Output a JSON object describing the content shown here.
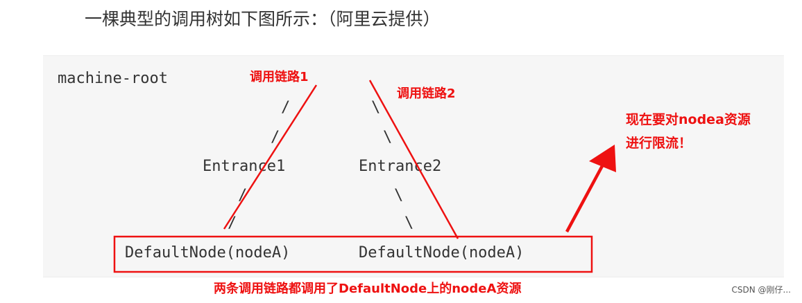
{
  "heading": "一棵典型的调用树如下图所示：（阿里云提供）",
  "tree": {
    "root": "machine-root",
    "entrance1": "Entrance1",
    "entrance2": "Entrance2",
    "node_left": "DefaultNode(nodeA)",
    "node_right": "DefaultNode(nodeA)",
    "branch_slash": "/",
    "branch_backslash": "\\"
  },
  "annotations": {
    "chain1": "调用链路1",
    "chain2": "调用链路2",
    "limit_note_line1": "现在要对nodea资源",
    "limit_note_line2": "进行限流！",
    "bottom_note": "两条调用链路都调用了DefaultNode上的nodeA资源"
  },
  "watermark": "CSDN @刚仔...",
  "colors": {
    "annotation_red": "#ee1111",
    "code_bg": "#f6f6f6",
    "text": "#333333"
  }
}
